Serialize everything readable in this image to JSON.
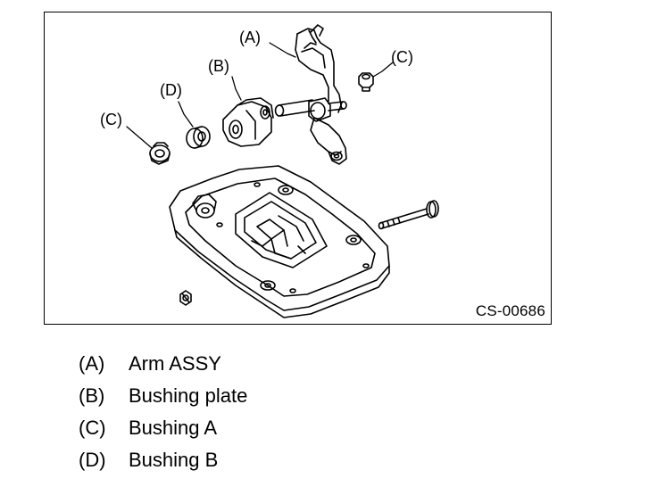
{
  "figure": {
    "code": "CS-00686",
    "callouts": {
      "a": "(A)",
      "b": "(B)",
      "c1": "(C)",
      "c2": "(C)",
      "d": "(D)"
    }
  },
  "legend": [
    {
      "key": "(A)",
      "text": "Arm ASSY"
    },
    {
      "key": "(B)",
      "text": "Bushing plate"
    },
    {
      "key": "(C)",
      "text": "Bushing A"
    },
    {
      "key": "(D)",
      "text": "Bushing B"
    }
  ]
}
